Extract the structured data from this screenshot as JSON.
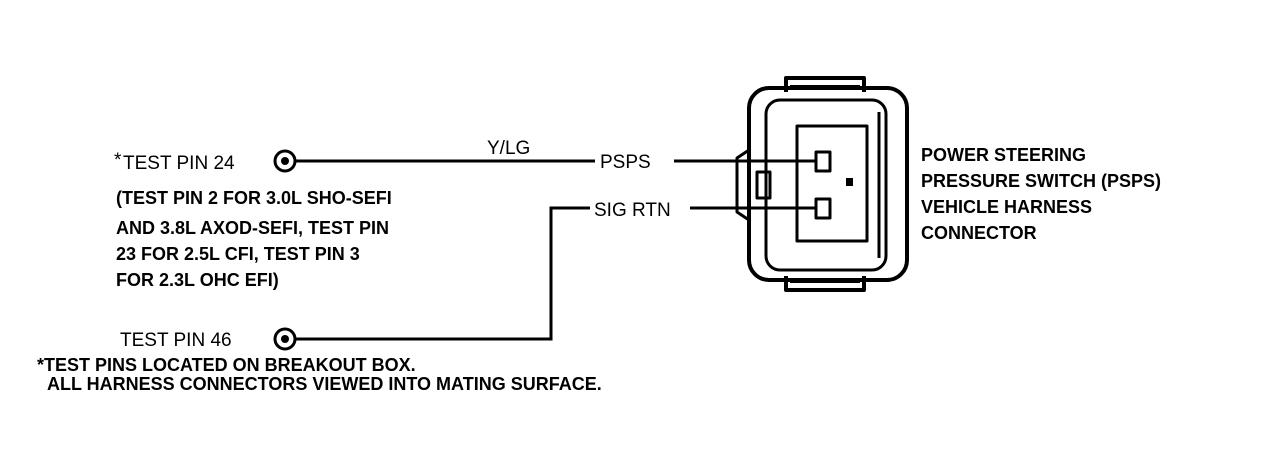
{
  "pins": {
    "pin24_label": "TEST PIN 24",
    "pin24_asterisk": "*",
    "pin46_label": "TEST PIN 46"
  },
  "wires": {
    "wire1_color": "Y/LG",
    "wire1_circuit": "PSPS",
    "wire2_circuit": "SIG RTN"
  },
  "alternate_pins_note": [
    "(TEST PIN 2 FOR 3.0L SHO-SEFI",
    "AND 3.8L AXOD-SEFI, TEST PIN",
    "23 FOR 2.5L CFI, TEST PIN 3",
    "FOR 2.3L OHC EFI)"
  ],
  "connector_label": [
    "POWER STEERING",
    "PRESSURE SWITCH (PSPS)",
    "VEHICLE HARNESS",
    "CONNECTOR"
  ],
  "footnotes": [
    "*TEST PINS LOCATED ON BREAKOUT BOX.",
    "ALL HARNESS CONNECTORS VIEWED INTO MATING SURFACE."
  ],
  "colors": {
    "ink": "#000000",
    "background": "#ffffff"
  }
}
